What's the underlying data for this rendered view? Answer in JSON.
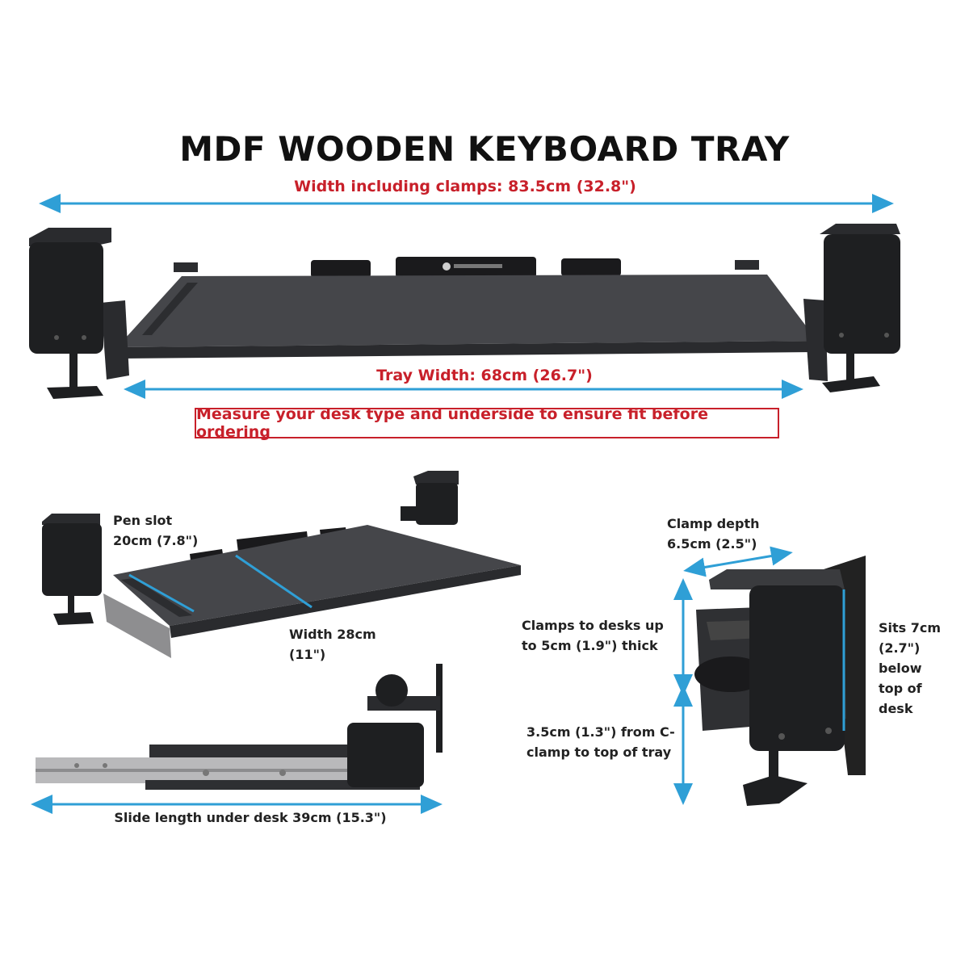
{
  "title": "MDF WOODEN KEYBOARD TRAY",
  "labels": {
    "width_including_clamps": "Width including clamps: 83.5cm (32.8\")",
    "tray_width": "Tray Width: 68cm (26.7\")",
    "measure_notice": "Measure your desk type and underside to ensure fit before ordering",
    "pen_slot": "Pen slot 20cm (7.8\")",
    "width": "Width 28cm (11\")",
    "slide_length": "Slide length under desk 39cm (15.3\")",
    "clamp_depth": "Clamp depth 6.5cm (2.5\")",
    "clamps_thickness": "Clamps to desks up to 5cm (1.9\") thick",
    "c_clamp_to_tray": "3.5cm (1.3\") from C-clamp to top of tray",
    "sits_below": "Sits 7cm (2.7\") below top of desk"
  },
  "colors": {
    "dimension_arrow": "#2f9fd6",
    "red_text": "#c8202a",
    "tray": "#3f4043",
    "clamp": "#1e1f21"
  }
}
